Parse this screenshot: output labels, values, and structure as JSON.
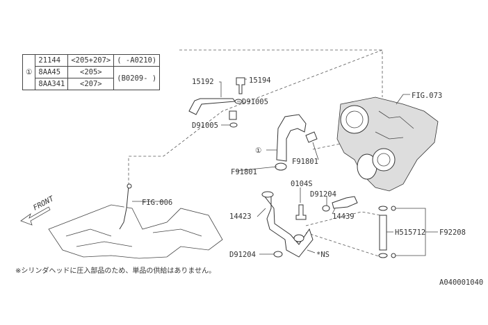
{
  "table": {
    "ref": "①",
    "rows": [
      {
        "part": "21144",
        "spec": "<205+207>",
        "date": "( -A0210)"
      },
      {
        "part": "8AA45",
        "spec": "<205>",
        "date": "(B0209- )"
      },
      {
        "part": "8AA341",
        "spec": "<207>"
      }
    ]
  },
  "labels": {
    "p15192": "15192",
    "p15194": "15194",
    "d91005a": "D91005",
    "d91005b": "D91005",
    "fig073": "FIG.073",
    "f91801a": "F91801",
    "f91801b": "F91801",
    "ref1": "①",
    "p0104s": "0104S",
    "d91204a": "D91204",
    "fig006": "FIG.006",
    "front": "FRONT",
    "p14439": "14439",
    "p14423": "14423",
    "h515712": "H515712",
    "f92208": "F92208",
    "d91204b": "D91204",
    "ns": "*NS"
  },
  "note": "※シリンダヘッドに圧入部品のため、単品の供給はありません。",
  "diagram_id": "A040001040"
}
